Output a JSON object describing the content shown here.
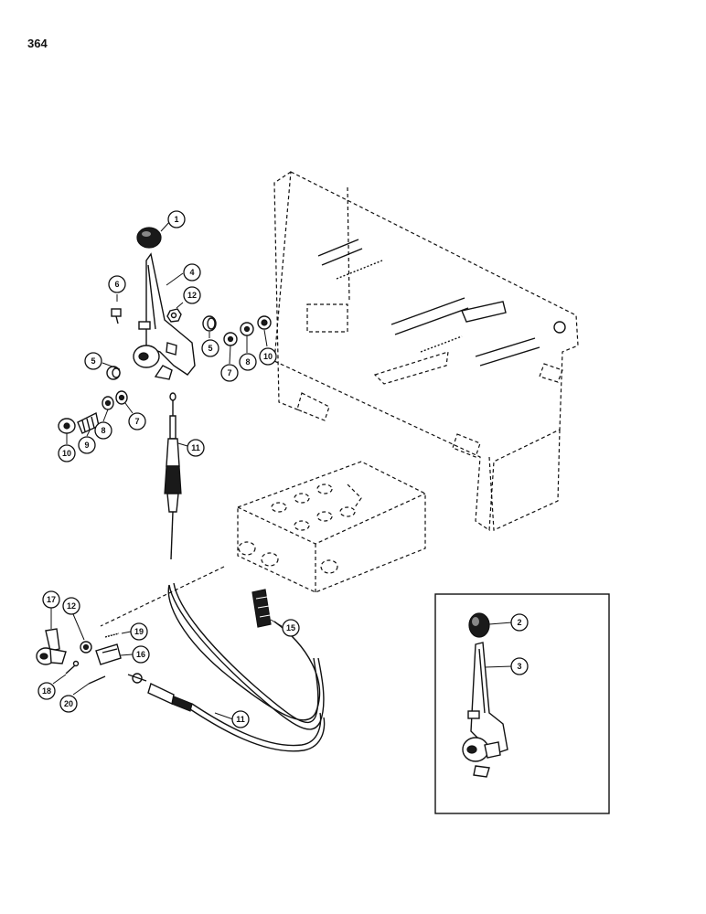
{
  "page": {
    "number": "364"
  },
  "callouts": {
    "c1": "1",
    "c2": "2",
    "c3": "3",
    "c4": "4",
    "c5a": "5",
    "c5b": "5",
    "c6": "6",
    "c7a": "7",
    "c7b": "7",
    "c8a": "8",
    "c8b": "8",
    "c9": "9",
    "c10a": "10",
    "c10b": "10",
    "c11a": "11",
    "c11b": "11",
    "c12a": "12",
    "c12b": "12",
    "c15": "15",
    "c16": "16",
    "c17": "17",
    "c18": "18",
    "c19": "19",
    "c20": "20"
  },
  "colors": {
    "ink": "#111111",
    "paper": "#ffffff"
  },
  "icons": {
    "knob": "knob-icon",
    "lever": "lever-icon"
  }
}
